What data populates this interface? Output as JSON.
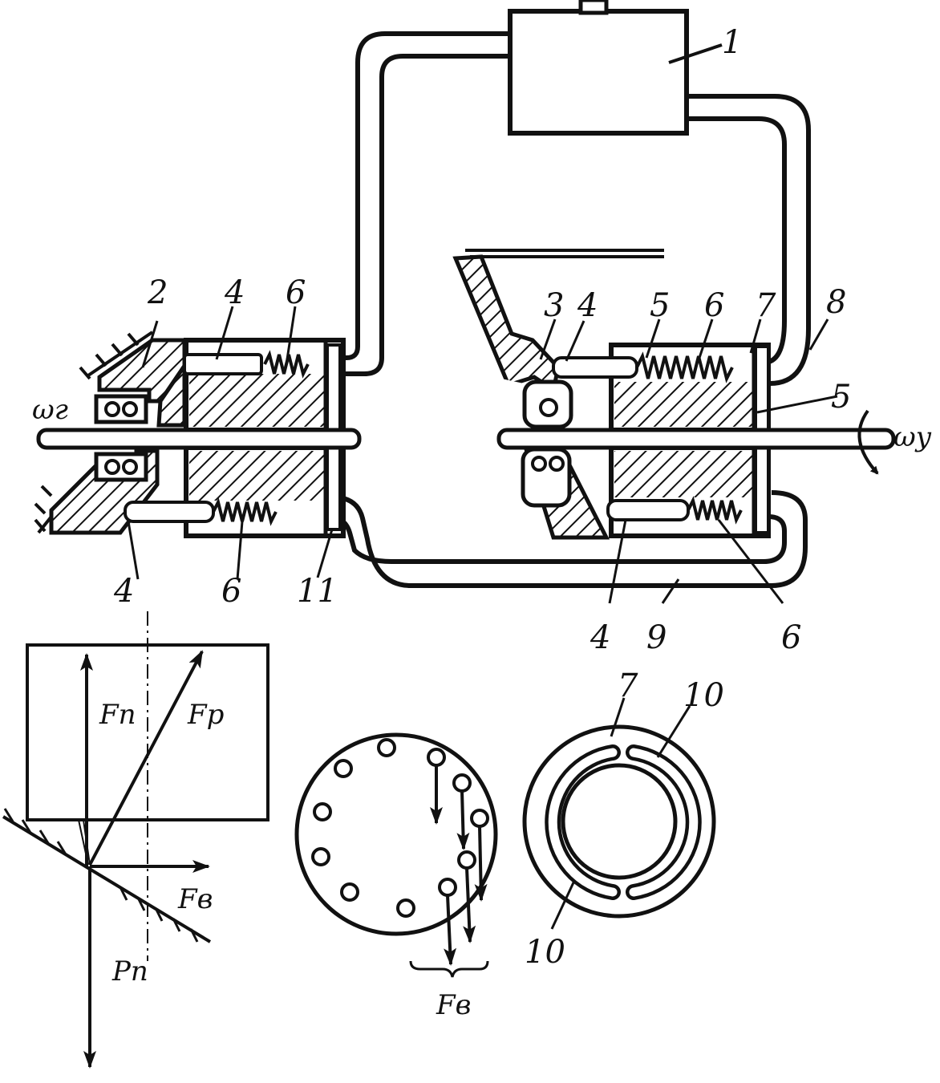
{
  "labels": {
    "n1": "1",
    "n2": "2",
    "n3": "3",
    "n4_top_left": "4",
    "n6_top_left": "6",
    "n4_top_right": "4",
    "n5_top": "5",
    "n6_top_right": "6",
    "n7_top": "7",
    "n8": "8",
    "n5_side": "5",
    "n4_bottom_left": "4",
    "n6_bottom_left": "6",
    "n11": "11",
    "n4_bottom_right": "4",
    "n9": "9",
    "n6_bottom_right": "6",
    "n7_ring": "7",
    "n10_a": "10",
    "n10_b": "10",
    "omega_g": "ωг",
    "omega_y": "ωу",
    "f_p": "Fп",
    "f_r": "Fр",
    "f_v": "Fв",
    "p_p": "Pп",
    "f_v_disc": "Fв"
  }
}
